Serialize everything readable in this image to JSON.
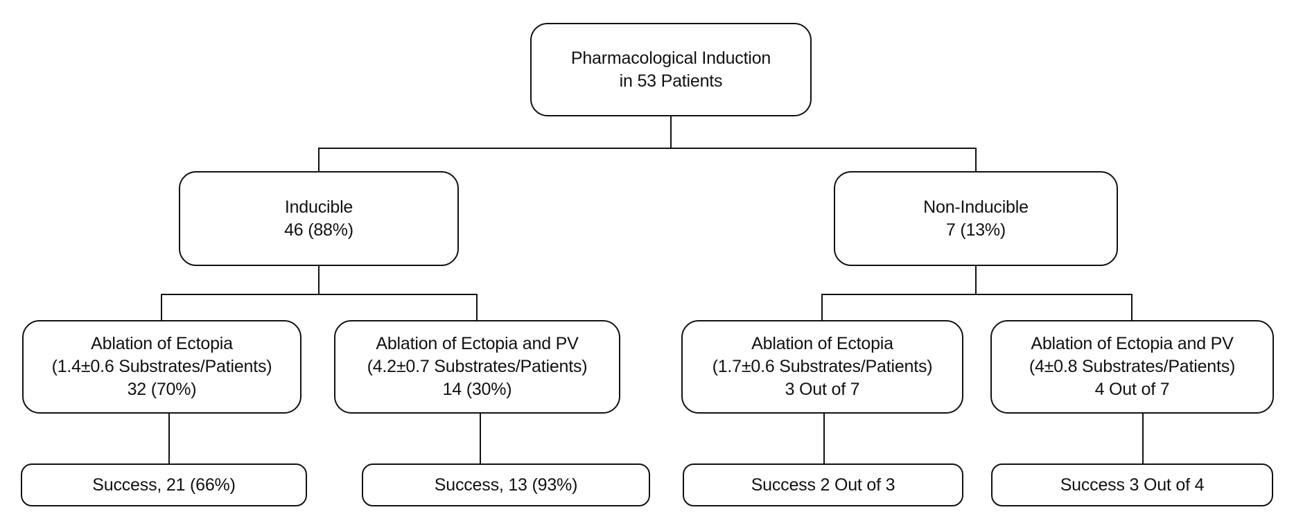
{
  "diagram": {
    "type": "flowchart",
    "colors": {
      "line": "#111111",
      "text": "#111111",
      "box_background": "#ffffff",
      "page_background": "#ffffff"
    },
    "nodes": {
      "root": {
        "lines": [
          "Pharmacological Induction",
          "in 53 Patients"
        ],
        "children": [
          "inducible",
          "non_inducible"
        ]
      },
      "inducible": {
        "lines": [
          "Inducible",
          "46 (88%)"
        ],
        "children": [
          "ablation_ectopia_inducible",
          "ablation_ectopia_pv_inducible"
        ]
      },
      "non_inducible": {
        "lines": [
          "Non-Inducible",
          "7 (13%)"
        ],
        "children": [
          "ablation_ectopia_non_inducible",
          "ablation_ectopia_pv_non_inducible"
        ]
      },
      "ablation_ectopia_inducible": {
        "lines": [
          "Ablation of Ectopia",
          "(1.4±0.6 Substrates/Patients)",
          "32 (70%)"
        ],
        "children": [
          "success_inducible_ectopia"
        ]
      },
      "ablation_ectopia_pv_inducible": {
        "lines": [
          "Ablation of Ectopia and PV",
          "(4.2±0.7 Substrates/Patients)",
          "14 (30%)"
        ],
        "children": [
          "success_inducible_ectopia_pv"
        ]
      },
      "ablation_ectopia_non_inducible": {
        "lines": [
          "Ablation of Ectopia",
          "(1.7±0.6 Substrates/Patients)",
          "3 Out of 7"
        ],
        "children": [
          "success_non_inducible_ectopia"
        ]
      },
      "ablation_ectopia_pv_non_inducible": {
        "lines": [
          "Ablation of Ectopia and PV",
          "(4±0.8 Substrates/Patients)",
          "4 Out of 7"
        ],
        "children": [
          "success_non_inducible_ectopia_pv"
        ]
      },
      "success_inducible_ectopia": {
        "lines": [
          "Success, 21 (66%)"
        ],
        "children": []
      },
      "success_inducible_ectopia_pv": {
        "lines": [
          "Success, 13 (93%)"
        ],
        "children": []
      },
      "success_non_inducible_ectopia": {
        "lines": [
          "Success 2 Out of 3"
        ],
        "children": []
      },
      "success_non_inducible_ectopia_pv": {
        "lines": [
          "Success 3 Out of 4"
        ],
        "children": []
      }
    }
  }
}
